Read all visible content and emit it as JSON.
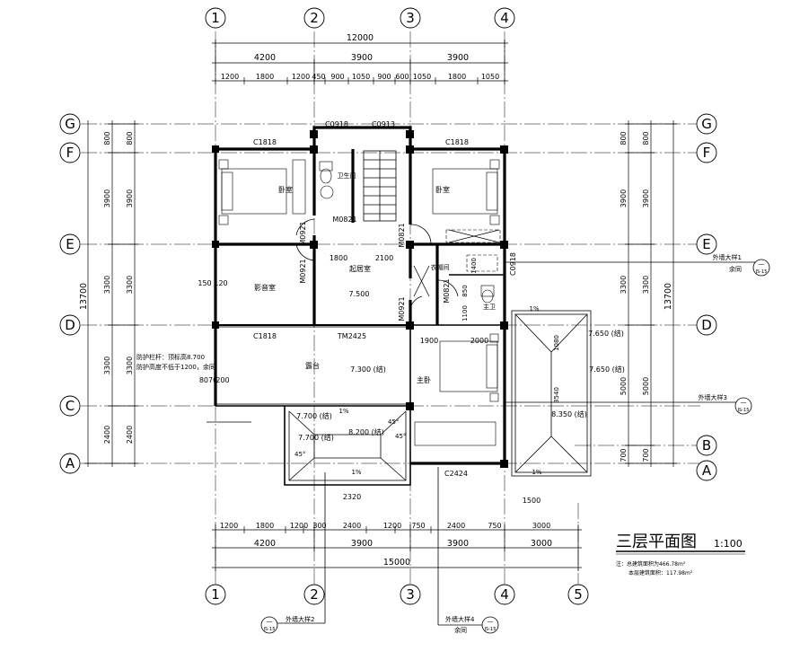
{
  "title": {
    "main": "三层平面图",
    "scale": "1:100"
  },
  "notes": {
    "line1": "注：总建筑面积为466.78m²",
    "line2": "本层建筑面积：117.98m²"
  },
  "axes": {
    "a1": "1",
    "a2": "2",
    "a3": "3",
    "a4": "4",
    "a5": "5",
    "aG": "G",
    "aF": "F",
    "aE": "E",
    "aD": "D",
    "aC": "C",
    "aB": "B",
    "aA": "A"
  },
  "dims_top": {
    "total": "12000",
    "d1": "4200",
    "d2": "3900",
    "d3": "3900",
    "s": [
      "1200",
      "1800",
      "1200",
      "450",
      "900",
      "1050",
      "900",
      "600",
      "1050",
      "1800",
      "1050"
    ]
  },
  "dims_bottom": {
    "total": "15000",
    "d1": "4200",
    "d2": "3900",
    "d3": "3900",
    "d4": "3000",
    "s": [
      "1200",
      "1800",
      "1200",
      "300",
      "2400",
      "1200",
      "750",
      "2400",
      "750",
      "3000"
    ]
  },
  "dims_left": {
    "total": "13700",
    "o": [
      "800",
      "3900",
      "3300",
      "3300",
      "2400"
    ],
    "i": [
      "800",
      "3900",
      "3300",
      "3300",
      "2400"
    ]
  },
  "dims_right": {
    "total": "13700",
    "o": [
      "800",
      "3900",
      "3300",
      "5000",
      "700"
    ],
    "i": [
      "800",
      "3900",
      "3300",
      "5000",
      "700"
    ]
  },
  "rooms": {
    "bed1": "卧室",
    "bed2": "卧室",
    "wc": "卫生间",
    "study": "影音室",
    "lounge": "起居室",
    "laundry": "衣帽间",
    "mainwc": "主卫",
    "terrace": "露台",
    "master": "主卧",
    "lounge_elev": "7.500",
    "terrace_elev": "7.300 (结)"
  },
  "openings": {
    "c0918": "C0918",
    "c0913": "C0913",
    "c1818a": "C1818",
    "c1818b": "C1818",
    "c1818c": "C1818",
    "m0821a": "M0821",
    "m0921a": "M0921",
    "m0921b": "M0921",
    "m0821b": "M0821",
    "m0921c": "M0921",
    "tm2425": "TM2425",
    "c2424": "C2424",
    "c0918r": "C0918",
    "m0821c": "M0821"
  },
  "roof": {
    "e7650a": "7.650 (结)",
    "e7650b": "7.650 (结)",
    "e8350": "8.350 (结)",
    "e7700a": "7.700 (结)",
    "e7700b": "7.700 (结)",
    "e8200": "8.200 (结)",
    "deg1": "45°",
    "deg2": "45°",
    "deg3": "45°",
    "slope": "1%"
  },
  "rail_note": {
    "l1": "防护栏杆：顶标高8.700",
    "l2": "防护高度不低于1200，余同"
  },
  "callouts": {
    "c1": "外墙大样1",
    "c1b": "余同",
    "c2": "外墙大样2",
    "c3": "外墙大样3",
    "c4": "外墙大样4",
    "c4b": "余同",
    "ref": "JS-15",
    "dash": "—"
  },
  "misc": {
    "d1900": "1900",
    "d2000": "2000",
    "d2100": "2100",
    "d1800": "1800",
    "d1500": "1500",
    "d150": "150",
    "d120": "120",
    "d8070": "8070",
    "d200": "200",
    "d1400": "1400",
    "d1100": "1100",
    "d850": "850",
    "d2320": "2320",
    "d1080": "1080",
    "d3540": "3540"
  }
}
